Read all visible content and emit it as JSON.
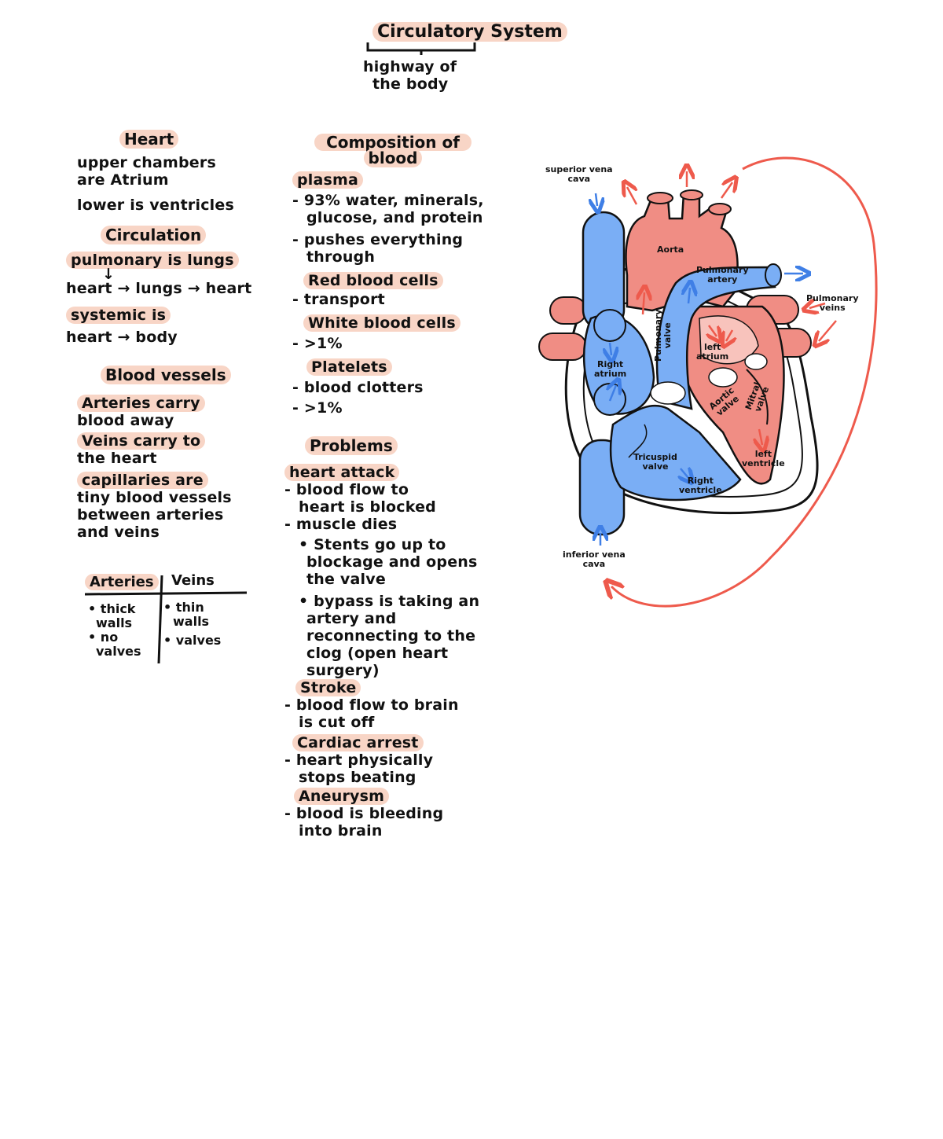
{
  "title": "Circulatory System",
  "subtitle": [
    "highway of",
    "the body"
  ],
  "heart": {
    "heading": "Heart",
    "lines": [
      "upper chambers",
      "are Atrium",
      "lower is ventricles"
    ]
  },
  "circulation": {
    "heading": "Circulation",
    "pulmonary": "pulmonary is lungs",
    "pulmonary_flow": "heart → lungs → heart",
    "systemic": "systemic is",
    "systemic_flow": "heart → body"
  },
  "blood_vessels": {
    "heading": "Blood vessels",
    "lines": [
      "Arteries carry",
      "blood away",
      "Veins carry to",
      "the heart",
      "capillaries are",
      "tiny blood vessels",
      "between arteries",
      "and veins"
    ]
  },
  "table": {
    "col1": "Arteries",
    "col2": "Veins",
    "col1_items": [
      "• thick",
      "walls",
      "• no",
      "valves"
    ],
    "col2_items": [
      "• thin",
      "walls",
      "• valves"
    ]
  },
  "composition": {
    "heading": [
      "Composition of",
      "blood"
    ],
    "plasma": "plasma",
    "plasma_items": [
      "- 93% water, minerals,",
      "glucose, and protein",
      "- pushes everything",
      "through"
    ],
    "rbc": "Red blood cells",
    "rbc_items": [
      "- transport"
    ],
    "wbc": "White blood cells",
    "wbc_items": [
      "- >1%"
    ],
    "platelets": "Platelets",
    "platelets_items": [
      "- blood clotters",
      "- >1%"
    ]
  },
  "problems": {
    "heading": "Problems",
    "heart_attack": "heart attack",
    "heart_attack_items": [
      "- blood flow to",
      "heart is blocked",
      "- muscle dies"
    ],
    "stents": [
      "• Stents go up to",
      "blockage and opens",
      "the valve"
    ],
    "bypass": [
      "• bypass is taking an",
      "artery and",
      "reconnecting to the",
      "clog (open heart",
      "surgery)"
    ],
    "stroke": "Stroke",
    "stroke_items": [
      "- blood flow to brain",
      "is cut off"
    ],
    "cardiac": "Cardiac arrest",
    "cardiac_items": [
      "- heart physically",
      "stops beating"
    ],
    "aneurysm": "Aneurysm",
    "aneurysm_items": [
      "- blood is bleeding",
      "into brain"
    ]
  },
  "diagram": {
    "superior_vena_cava": [
      "superior vena",
      "cava"
    ],
    "inferior_vena_cava": [
      "inferior vena",
      "cava"
    ],
    "aorta": "Aorta",
    "pulmonary_artery": [
      "Pulmonary",
      "artery"
    ],
    "pulmonary_veins": [
      "Pulmonary",
      "veins"
    ],
    "pulmonary_valve": [
      "Pulmonary",
      "valve"
    ],
    "right_atrium": [
      "Right",
      "atrium"
    ],
    "left_atrium": [
      "left",
      "atrium"
    ],
    "aortic_valve": [
      "Aortic",
      "valve"
    ],
    "mitral_valve": [
      "Mitral",
      "valve"
    ],
    "tricuspid_valve": [
      "Tricuspid",
      "valve"
    ],
    "right_ventricle": [
      "Right",
      "ventricle"
    ],
    "left_ventricle": [
      "left",
      "ventricle"
    ],
    "colors": {
      "oxygenated": "#f08d84",
      "deoxygenated": "#7aaef5",
      "arrow_red": "#ee5a4c",
      "arrow_blue": "#3f7fe6",
      "highlight": "#f8d5c6"
    }
  }
}
